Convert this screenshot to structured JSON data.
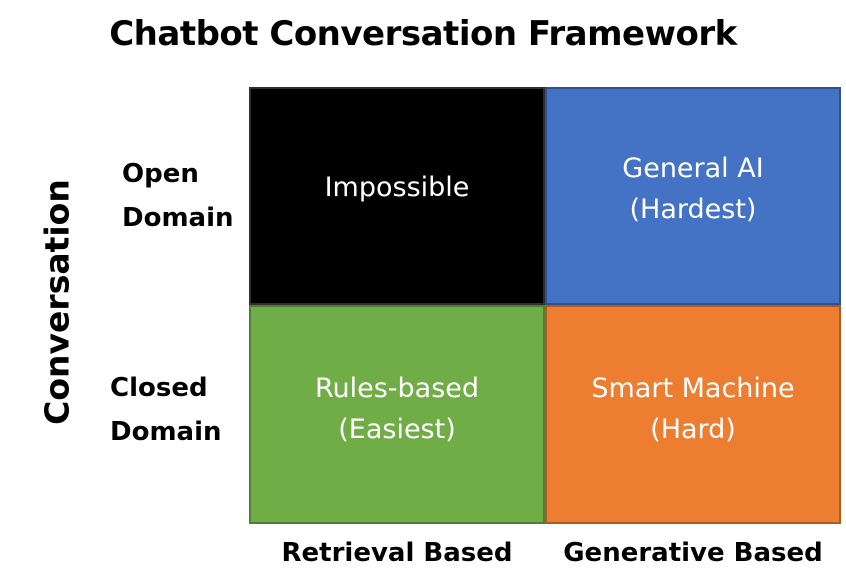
{
  "title": "Chatbot Conversation Framework",
  "y_axis_label": "Conversation",
  "rows": {
    "open": {
      "line1": "Open",
      "line2": "Domain"
    },
    "closed": {
      "line1": "Closed",
      "line2": "Domain"
    }
  },
  "columns": {
    "retrieval": "Retrieval Based",
    "generative": "Generative Based"
  },
  "cells": {
    "open_retrieval": {
      "line1": "Impossible",
      "line2": "",
      "color": "#000000"
    },
    "open_generative": {
      "line1": "General AI",
      "line2": "(Hardest)",
      "color": "#4472c4"
    },
    "closed_retrieval": {
      "line1": "Rules-based",
      "line2": "(Easiest)",
      "color": "#70ad47"
    },
    "closed_generative": {
      "line1": "Smart Machine",
      "line2": "(Hard)",
      "color": "#ed7d31"
    }
  }
}
